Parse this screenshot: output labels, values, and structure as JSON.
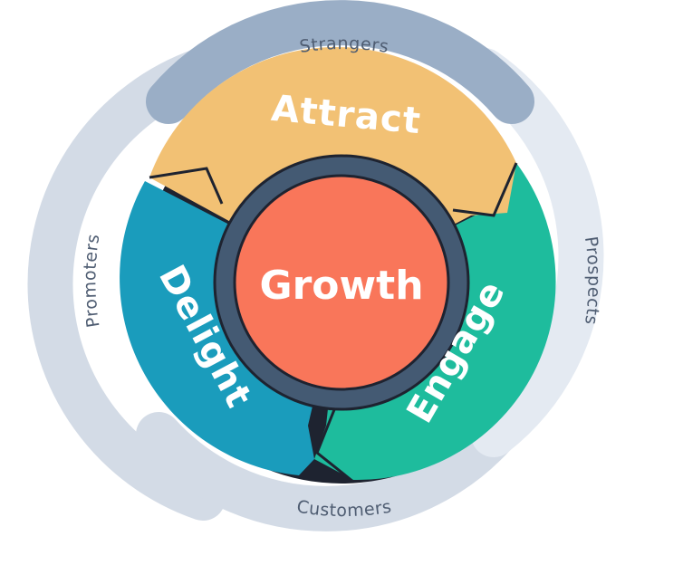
{
  "center": {
    "label": "Growth"
  },
  "stages": {
    "attract": "Attract",
    "engage": "Engage",
    "delight": "Delight"
  },
  "outer_labels": {
    "strangers": "Strangers",
    "prospects": "Prospects",
    "customers": "Customers",
    "promoters": "Promoters"
  },
  "colors": {
    "attract": "#f2c174",
    "engage": "#1ebc9d",
    "delight": "#1a9cbc",
    "growth": "#f9765a",
    "hub_ring": "#445a73",
    "outer_ring_dark": "#9aaec6",
    "outer_ring_light": "#d3dbe6",
    "outer_ring_lightest": "#e4eaf2",
    "outline": "#1e2330"
  }
}
